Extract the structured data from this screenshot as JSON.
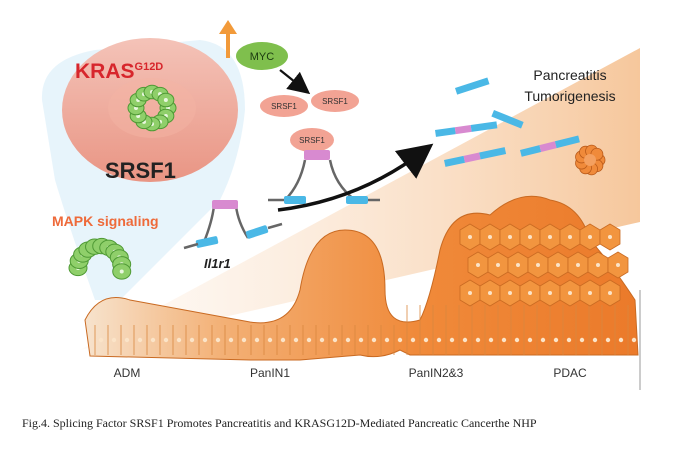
{
  "figure": {
    "kras_label": "KRAS",
    "kras_superscript": "G12D",
    "srsf1_big": "SRSF1",
    "mapk_label": "MAPK signaling",
    "myc_label": "MYC",
    "srsf1_small": [
      "SRSF1",
      "SRSF1",
      "SRSF1"
    ],
    "il1r1_label": "Il1r1",
    "outcome_lines": [
      "Pancreatitis",
      "Tumorigenesis"
    ],
    "stages": [
      "ADM",
      "PanIN1",
      "PanIN2&3",
      "PDAC"
    ]
  },
  "caption": "Fig.4. Splicing Factor SRSF1 Promotes Pancreatitis and KRASG12D-Mediated Pancreatic Cancerthe NHP",
  "colors": {
    "kras_red": "#d7262c",
    "mapk_orange": "#ee6a3a",
    "myc_green": "#7fbf4d",
    "salmon": "#f2a394",
    "rna_blue": "#4ab8e6",
    "rna_pink": "#d88ad0",
    "tissue_orange": "#f08a3a",
    "up_arrow": "#f29a3a"
  }
}
